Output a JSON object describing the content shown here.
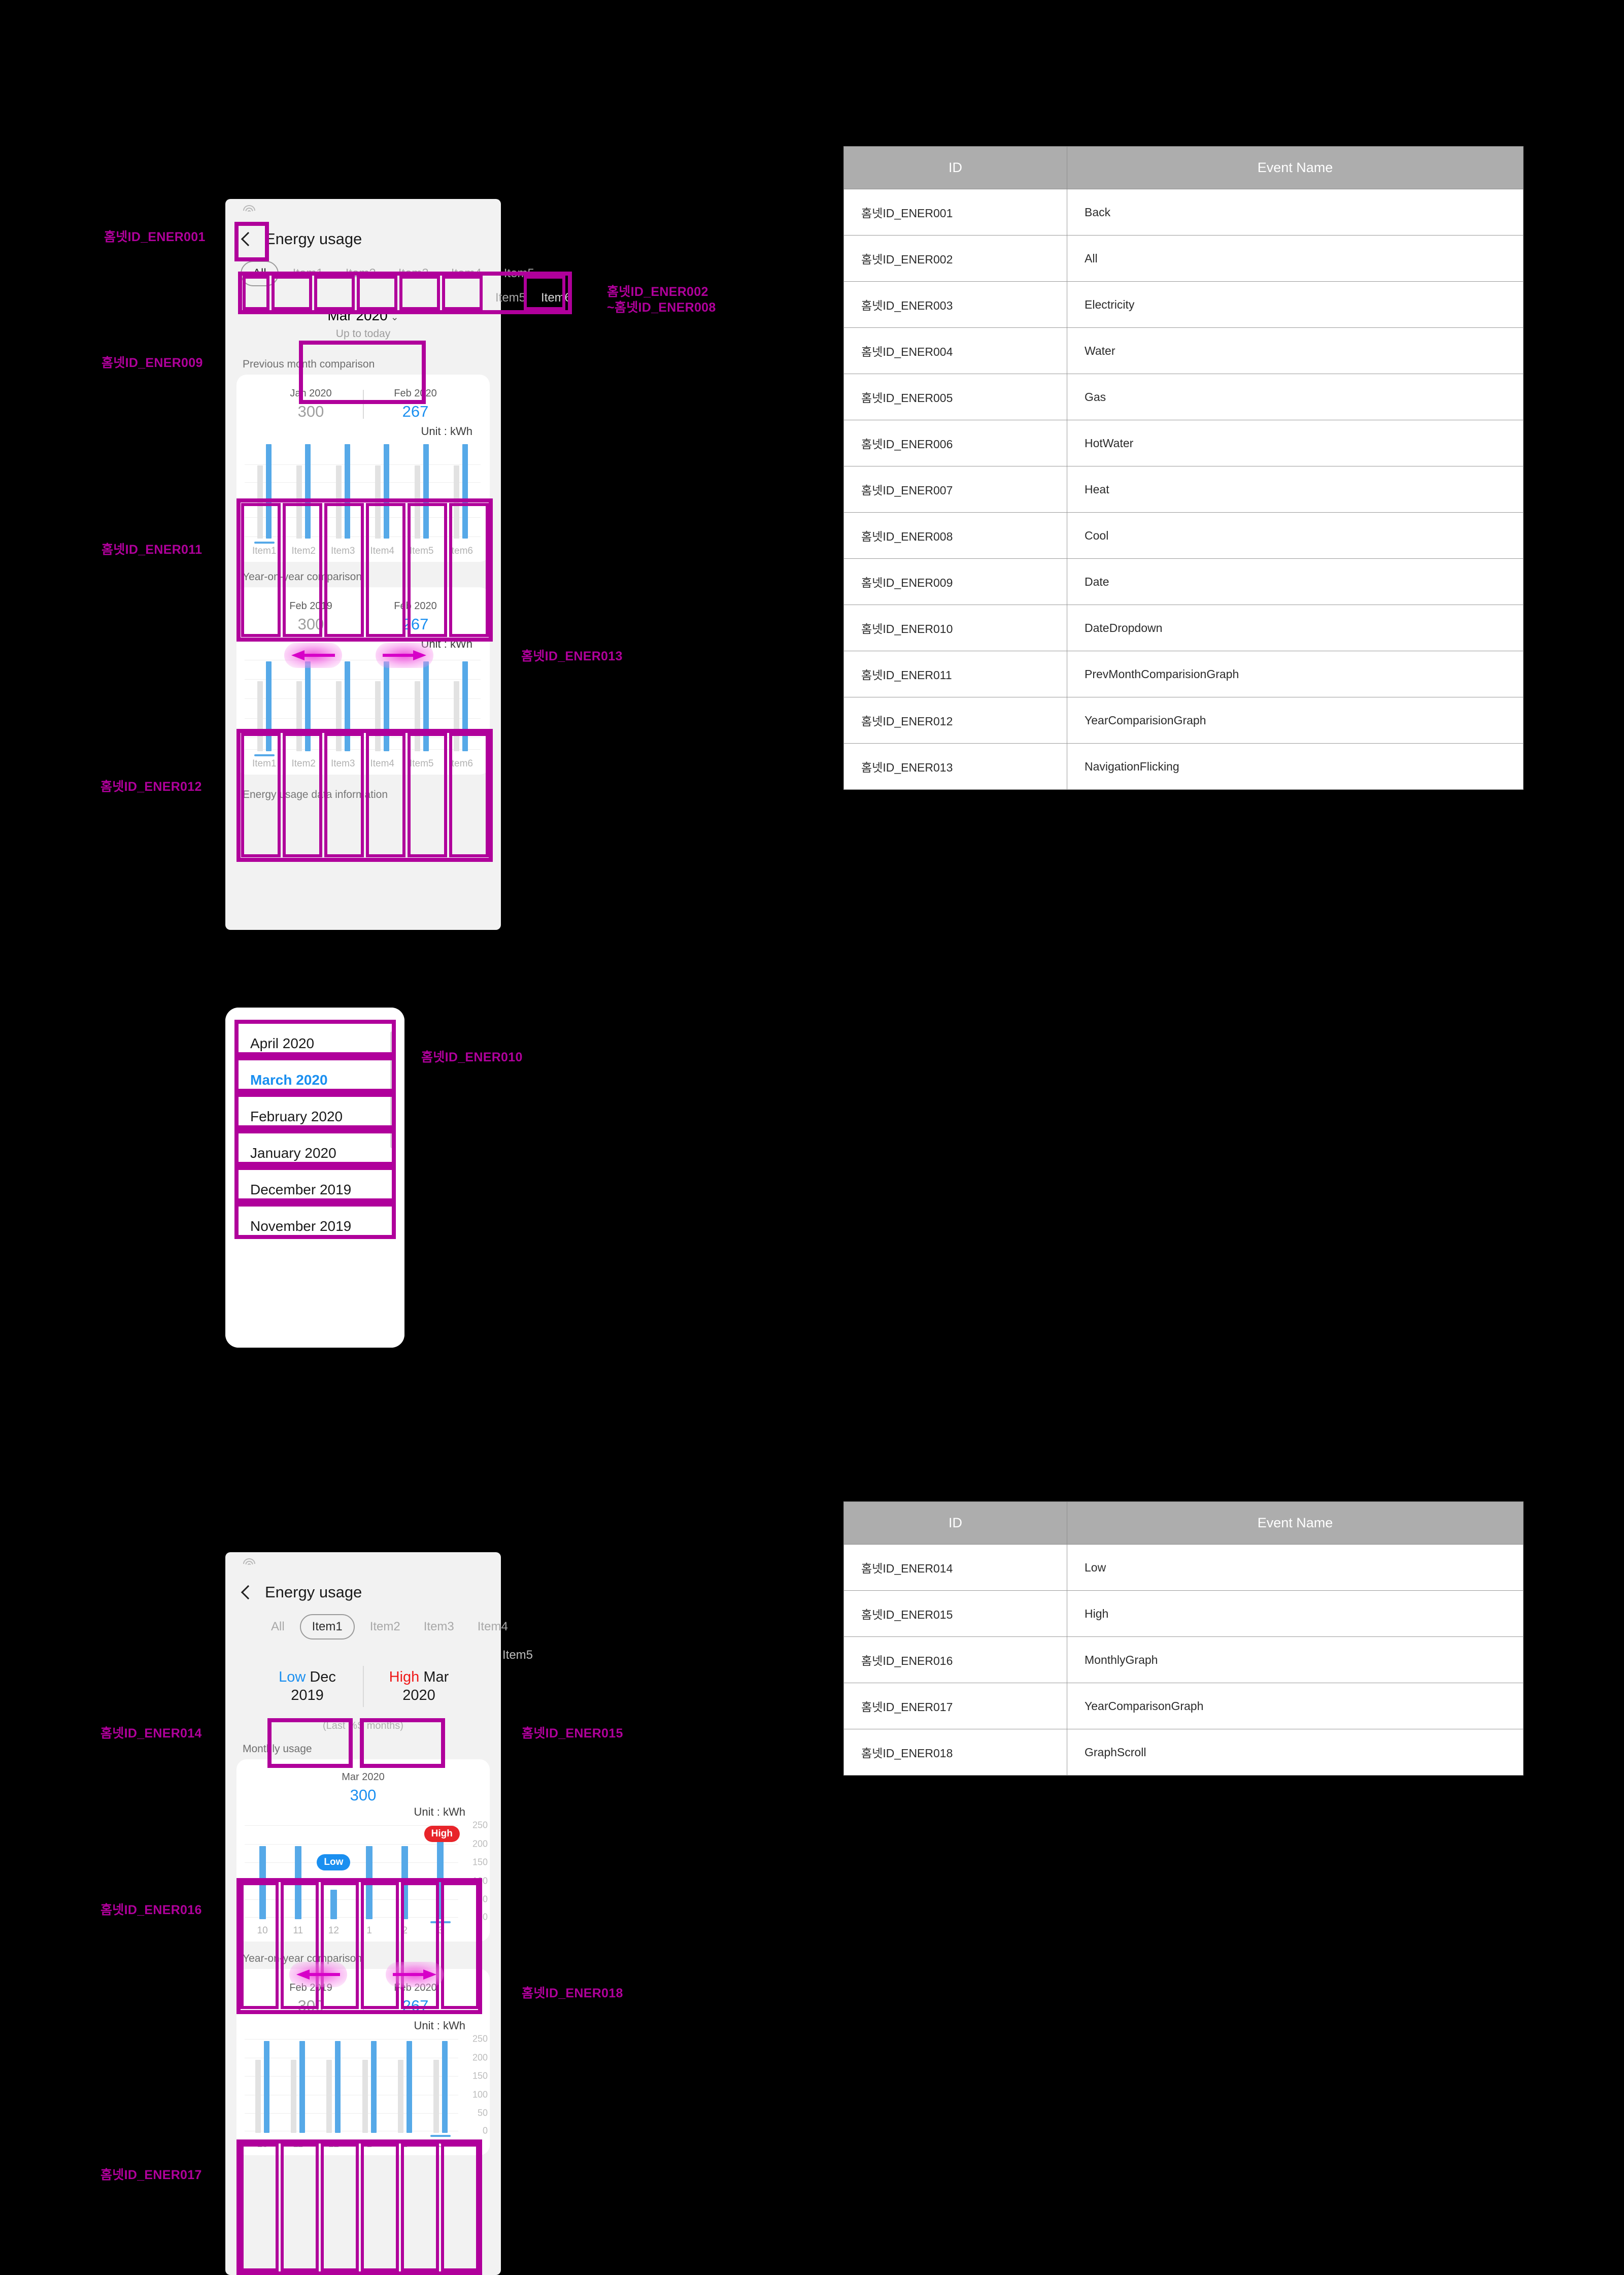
{
  "accent": "#B0009B",
  "blue": "#1a8ff0",
  "barBlue": "#56a9e8",
  "red": "#ef1a1a",
  "mock1": {
    "status_icon": "wifi-icon",
    "back_icon": "back-chevron-icon",
    "title": "Energy usage",
    "tabs": [
      "All",
      "Item1",
      "Item2",
      "Item3",
      "Item4",
      "Item5",
      "Item6"
    ],
    "selected_tab": "All",
    "date": {
      "month": "Mar 2020",
      "caret": "∨",
      "sub": "Up to today"
    },
    "prev_label": "Previous month comparison",
    "prev_card": {
      "left_month": "Jan 2020",
      "left_value": "300",
      "right_month": "Feb 2020",
      "right_value": "267",
      "unit": "Unit : kWh"
    },
    "year_label": "Year-on-year comparison",
    "year_card": {
      "left_month": "Feb 2019",
      "left_value": "300",
      "right_month": "Feb 2020",
      "right_value": "267",
      "unit": "Unit : kWh"
    },
    "footnote": "Energy usage data information"
  },
  "dropdown": {
    "items": [
      "April 2020",
      "March 2020",
      "February 2020",
      "January 2020",
      "December 2019",
      "November 2019"
    ],
    "selected": "March 2020"
  },
  "mock2": {
    "title": "Energy usage",
    "tabs": [
      "All",
      "Item1",
      "Item2",
      "Item3",
      "Item4",
      "Item5"
    ],
    "selected_tab": "Item1",
    "low": {
      "key": "Low",
      "value": "Dec 2019"
    },
    "high": {
      "key": "High",
      "value": "Mar 2020"
    },
    "last_months": "(Last %S months)",
    "monthly_label": "Monthly usage",
    "monthly_card": {
      "month": "Mar 2020",
      "value": "300",
      "unit": "Unit : kWh",
      "low_badge": "Low",
      "high_badge": "High"
    },
    "year_label": "Year-on-year comparison",
    "year_card": {
      "left_month": "Feb 2019",
      "left_value": "300",
      "right_month": "Feb 2020",
      "right_value": "267",
      "unit": "Unit : kWh"
    }
  },
  "annotations": {
    "a001": "홈넷ID_ENER001",
    "a002_008": "홈넷ID_ENER002\n~홈넷ID_ENER008",
    "a009": "홈넷ID_ENER009",
    "a010": "홈넷ID_ENER010",
    "a011": "홈넷ID_ENER011",
    "a012": "홈넷ID_ENER012",
    "a013": "홈넷ID_ENER013",
    "a014": "홈넷ID_ENER014",
    "a015": "홈넷ID_ENER015",
    "a016": "홈넷ID_ENER016",
    "a017": "홈넷ID_ENER017",
    "a018": "홈넷ID_ENER018"
  },
  "table1": {
    "headers": [
      "ID",
      "Event Name"
    ],
    "rows": [
      [
        "홈넷ID_ENER001",
        "Back"
      ],
      [
        "홈넷ID_ENER002",
        "All"
      ],
      [
        "홈넷ID_ENER003",
        "Electricity"
      ],
      [
        "홈넷ID_ENER004",
        "Water"
      ],
      [
        "홈넷ID_ENER005",
        "Gas"
      ],
      [
        "홈넷ID_ENER006",
        "HotWater"
      ],
      [
        "홈넷ID_ENER007",
        "Heat"
      ],
      [
        "홈넷ID_ENER008",
        "Cool"
      ],
      [
        "홈넷ID_ENER009",
        "Date"
      ],
      [
        "홈넷ID_ENER010",
        "DateDropdown"
      ],
      [
        "홈넷ID_ENER011",
        "PrevMonthComparisionGraph"
      ],
      [
        "홈넷ID_ENER012",
        "YearComparisionGraph"
      ],
      [
        "홈넷ID_ENER013",
        "NavigationFlicking"
      ]
    ]
  },
  "table2": {
    "headers": [
      "ID",
      "Event Name"
    ],
    "rows": [
      [
        "홈넷ID_ENER014",
        "Low"
      ],
      [
        "홈넷ID_ENER015",
        "High"
      ],
      [
        "홈넷ID_ENER016",
        "MonthlyGraph"
      ],
      [
        "홈넷ID_ENER017",
        "YearComparisonGraph"
      ],
      [
        "홈넷ID_ENER018",
        "GraphScroll"
      ]
    ]
  },
  "chart_data": [
    {
      "id": "prev-month-comparison",
      "type": "bar",
      "title": "Previous month comparison",
      "categories": [
        "Item1",
        "Item2",
        "Item3",
        "Item4",
        "Item5",
        "Item6"
      ],
      "series": [
        {
          "name": "Jan 2020",
          "values": [
            112,
            112,
            112,
            112,
            112,
            112
          ]
        },
        {
          "name": "Feb 2020",
          "values": [
            148,
            148,
            148,
            148,
            148,
            148
          ]
        }
      ],
      "ylabel": "Unit : kWh",
      "ylim": [
        0,
        150
      ],
      "grid": true,
      "legend": "none"
    },
    {
      "id": "year-on-year-comparison-1",
      "type": "bar",
      "title": "Year-on-year comparison",
      "categories": [
        "Item1",
        "Item2",
        "Item3",
        "Item4",
        "Item5",
        "Item6"
      ],
      "series": [
        {
          "name": "Feb 2019",
          "values": [
            112,
            112,
            112,
            112,
            112,
            112
          ]
        },
        {
          "name": "Feb 2020",
          "values": [
            140,
            140,
            140,
            140,
            140,
            140
          ]
        }
      ],
      "ylabel": "Unit : kWh",
      "ylim": [
        0,
        150
      ],
      "grid": true,
      "legend": "none"
    },
    {
      "id": "monthly-usage",
      "type": "bar",
      "title": "Monthly usage",
      "categories": [
        "10",
        "11",
        "12",
        "1",
        "2",
        "3"
      ],
      "series": [
        {
          "name": "Mar 2020",
          "values": [
            200,
            200,
            75,
            200,
            200,
            215
          ]
        }
      ],
      "annotations": [
        {
          "label": "Low",
          "category": "12"
        },
        {
          "label": "High",
          "category": "3"
        }
      ],
      "yticks": [
        250,
        200,
        150,
        100,
        50,
        0
      ],
      "ylabel": "Unit : kWh",
      "ylim": [
        0,
        250
      ],
      "grid": true,
      "legend": "none"
    },
    {
      "id": "year-on-year-comparison-2",
      "type": "bar",
      "title": "Year-on-year comparison",
      "categories": [
        "10",
        "11",
        "12",
        "1",
        "2",
        "3"
      ],
      "series": [
        {
          "name": "Feb 2019",
          "values": [
            100,
            100,
            100,
            100,
            100,
            100
          ]
        },
        {
          "name": "Feb 2020",
          "values": [
            140,
            140,
            140,
            140,
            140,
            140
          ]
        }
      ],
      "yticks": [
        250,
        200,
        150,
        100,
        50,
        0
      ],
      "ylabel": "Unit : kWh",
      "ylim": [
        0,
        250
      ],
      "grid": true,
      "legend": "none"
    }
  ]
}
